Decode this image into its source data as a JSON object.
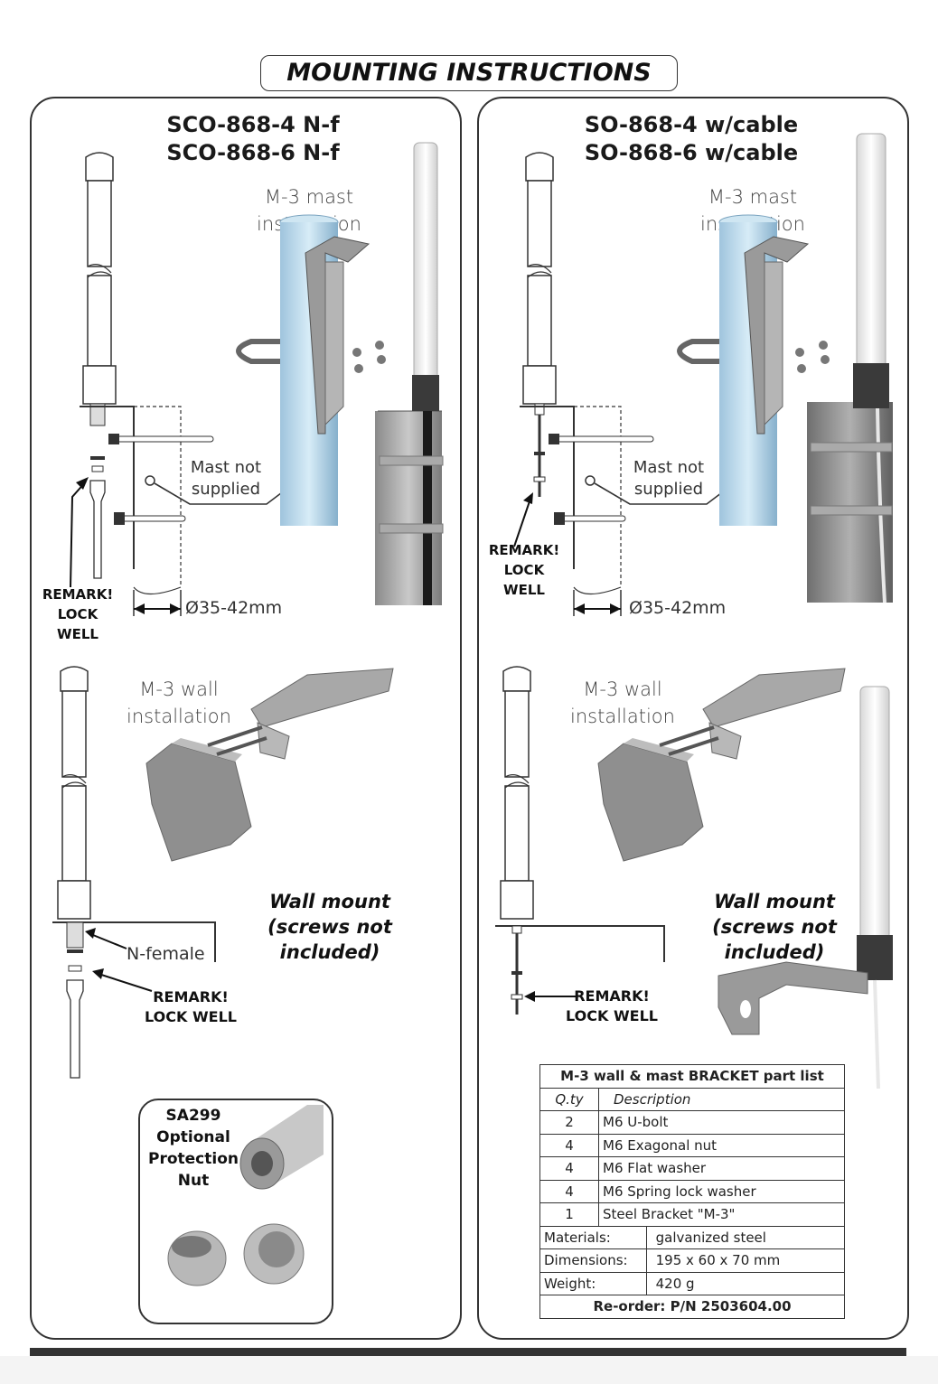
{
  "title": "MOUNTING INSTRUCTIONS",
  "left_panel": {
    "header_line1": "SCO-868-4 N-f",
    "header_line2": "SCO-868-6 N-f",
    "mast_label_line1": "M-3 mast",
    "mast_label_line2": "installation",
    "mast_note_line1": "Mast not",
    "mast_note_line2": "supplied",
    "remark_line1": "REMARK!",
    "remark_line2": "LOCK",
    "remark_line3": "WELL",
    "diameter": "Ø35-42mm",
    "wall_label_line1": "M-3 wall",
    "wall_label_line2": "installation",
    "wall_mount_line1": "Wall mount",
    "wall_mount_line2": "(screws not",
    "wall_mount_line3": "included)",
    "connector_label": "N-female",
    "remark2_line1": "REMARK!",
    "remark2_line2": "LOCK WELL",
    "sa299": {
      "line1": "SA299",
      "line2": "Optional",
      "line3": "Protection",
      "line4": "Nut"
    }
  },
  "right_panel": {
    "header_line1": "SO-868-4 w/cable",
    "header_line2": "SO-868-6 w/cable",
    "mast_label_line1": "M-3 mast",
    "mast_label_line2": "installation",
    "mast_note_line1": "Mast not",
    "mast_note_line2": "supplied",
    "remark_line1": "REMARK!",
    "remark_line2": "LOCK",
    "remark_line3": "WELL",
    "diameter": "Ø35-42mm",
    "wall_label_line1": "M-3 wall",
    "wall_label_line2": "installation",
    "wall_mount_line1": "Wall mount",
    "wall_mount_line2": "(screws not",
    "wall_mount_line3": "included)",
    "remark2_line1": "REMARK!",
    "remark2_line2": "LOCK WELL"
  },
  "parts_table": {
    "title": "M-3 wall & mast BRACKET part list",
    "col_qty": "Q.ty",
    "col_desc": "Description",
    "rows": [
      {
        "qty": "2",
        "desc": "M6  U-bolt"
      },
      {
        "qty": "4",
        "desc": "M6  Exagonal nut"
      },
      {
        "qty": "4",
        "desc": "M6  Flat washer"
      },
      {
        "qty": "4",
        "desc": "M6  Spring lock washer"
      },
      {
        "qty": "1",
        "desc": "Steel Bracket \"M-3\""
      }
    ],
    "materials_label": "Materials:",
    "materials_value": "galvanized steel",
    "dimensions_label": "Dimensions:",
    "dimensions_value": "195 x 60 x 70 mm",
    "weight_label": "Weight:",
    "weight_value": "420 g",
    "reorder": "Re-order: P/N 2503604.00"
  }
}
